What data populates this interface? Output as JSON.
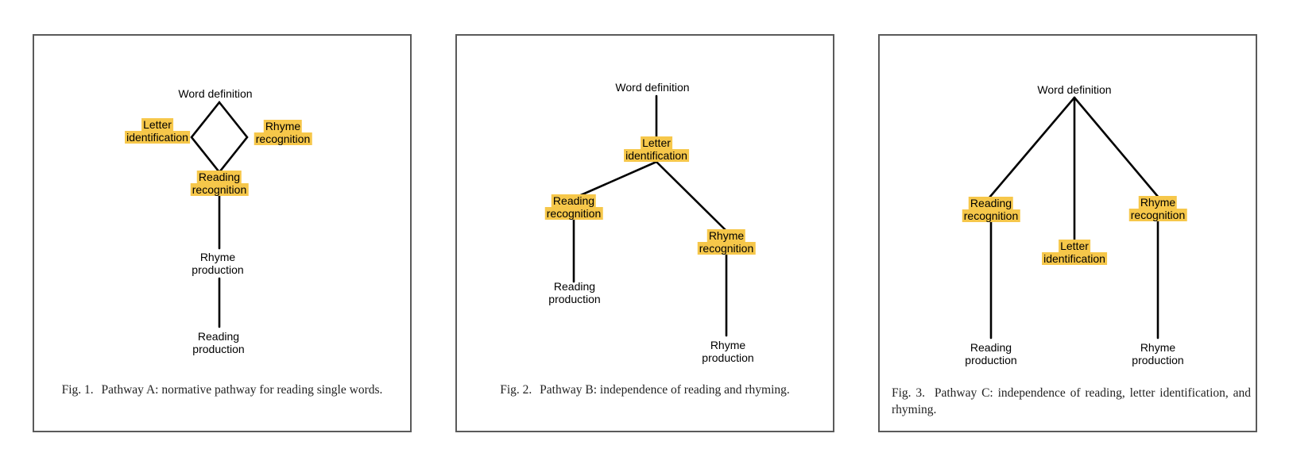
{
  "figures": [
    {
      "caption_label": "Fig. 1.",
      "caption_text": "Pathway A: normative pathway for reading single words.",
      "nodes": {
        "word_definition": "Word definition",
        "letter_identification": [
          "Letter",
          "identification"
        ],
        "rhyme_recognition": [
          "Rhyme",
          "recognition"
        ],
        "reading_recognition": [
          "Reading",
          "recognition"
        ],
        "rhyme_production": [
          "Rhyme",
          "production"
        ],
        "reading_production": [
          "Reading",
          "production"
        ]
      }
    },
    {
      "caption_label": "Fig. 2.",
      "caption_text": "Pathway B: independence of reading and rhyming.",
      "nodes": {
        "word_definition": "Word definition",
        "letter_identification": [
          "Letter",
          "identification"
        ],
        "reading_recognition": [
          "Reading",
          "recognition"
        ],
        "rhyme_recognition": [
          "Rhyme",
          "recognition"
        ],
        "reading_production": [
          "Reading",
          "production"
        ],
        "rhyme_production": [
          "Rhyme",
          "production"
        ]
      }
    },
    {
      "caption_label": "Fig. 3.",
      "caption_text": "Pathway C: independence of reading, letter identification, and rhyming.",
      "nodes": {
        "word_definition": "Word definition",
        "reading_recognition": [
          "Reading",
          "recognition"
        ],
        "letter_identification": [
          "Letter",
          "identification"
        ],
        "rhyme_recognition": [
          "Rhyme",
          "recognition"
        ],
        "reading_production": [
          "Reading",
          "production"
        ],
        "rhyme_production": [
          "Rhyme",
          "production"
        ]
      }
    }
  ],
  "colors": {
    "highlight": "#f6c74a",
    "border": "#5a5a5a",
    "line": "#000000"
  }
}
